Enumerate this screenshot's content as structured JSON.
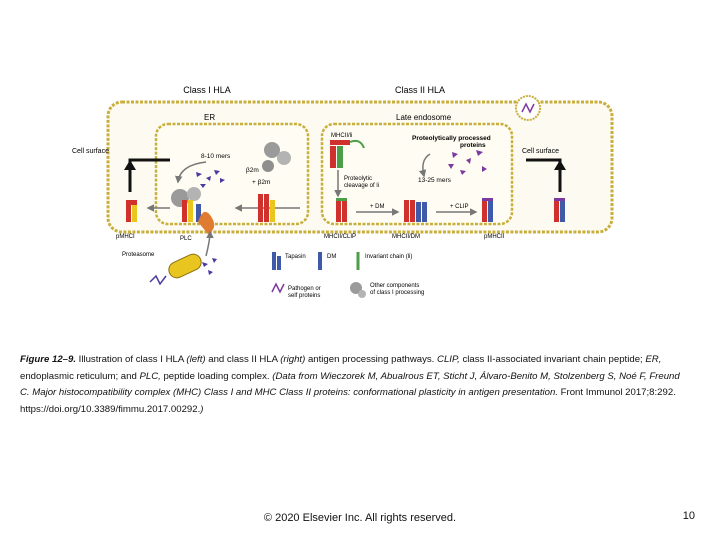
{
  "diagram": {
    "class1_title": "Class I HLA",
    "class2_title": "Class II HLA",
    "er_label": "ER",
    "late_endosome_label": "Late endosome",
    "cell_surface_left": "Cell surface",
    "cell_surface_right": "Cell surface",
    "mers_8_10": "8-10 mers",
    "b2m": "β2m",
    "plus_b2m": "+ β2m",
    "pmhci": "pMHCI",
    "plc": "PLC",
    "proteasome": "Proteasome",
    "mhcii_label": "MHCII/li",
    "proteolytic_cleavage": "Proteolytic cleavage of li",
    "proteolytically_processed": "Proteolytically processed proteins",
    "mers_13_25": "13-25 mers",
    "plus_dm": "+ DM",
    "plus_clip": "+ CLIP",
    "mhcii_clip": "MHCII/CLIP",
    "mhcii_dm": "MHCII/DM",
    "pmhcii": "pMHCII",
    "legend_tapasin": "Tapasin",
    "legend_dm": "DM",
    "legend_invariant": "Invariant chain (li)",
    "legend_pathogen": "Pathogen or self proteins",
    "legend_other": "Other components of class I processing"
  },
  "caption": {
    "lead": "Figure 12–9.",
    "part1": " Illustration of class I HLA ",
    "left": "(left)",
    "part2": " and class II HLA ",
    "right": "(right)",
    "part3": " antigen processing pathways. ",
    "clip": "CLIP,",
    "part4": " class II-associated invariant chain peptide; ",
    "er": "ER,",
    "part5": " endoplasmic reticulum; and ",
    "plc": "PLC,",
    "part6": " peptide loading complex. ",
    "source_italic": "(Data from Wieczorek M, Abualrous ET, Sticht J, Álvaro-Benito M, Stolzenberg S, Noé F, Freund C. Major histocompatibility complex (MHC) Class I and MHC Class II proteins: conformational plasticity in antigen presentation.",
    "source_plain": " Front Immunol 2017;8:292. https://doi.org/10.3389/fimmu.2017.00292.",
    "source_end": ")"
  },
  "footer": {
    "copyright": "© 2020 Elsevier Inc. All rights reserved.",
    "page_number": "10"
  },
  "colors": {
    "membrane": "#c8ae3a",
    "membrane_fill": "#fdfbf1",
    "mhc_red": "#d0312d",
    "mhc_blue": "#3e5aa8",
    "mhc_yellow": "#e9c51f",
    "mhc_green": "#4c9e48",
    "plc_orange": "#e07b32",
    "gray": "#9a9a9a",
    "peptide": "#4a3aa0"
  }
}
